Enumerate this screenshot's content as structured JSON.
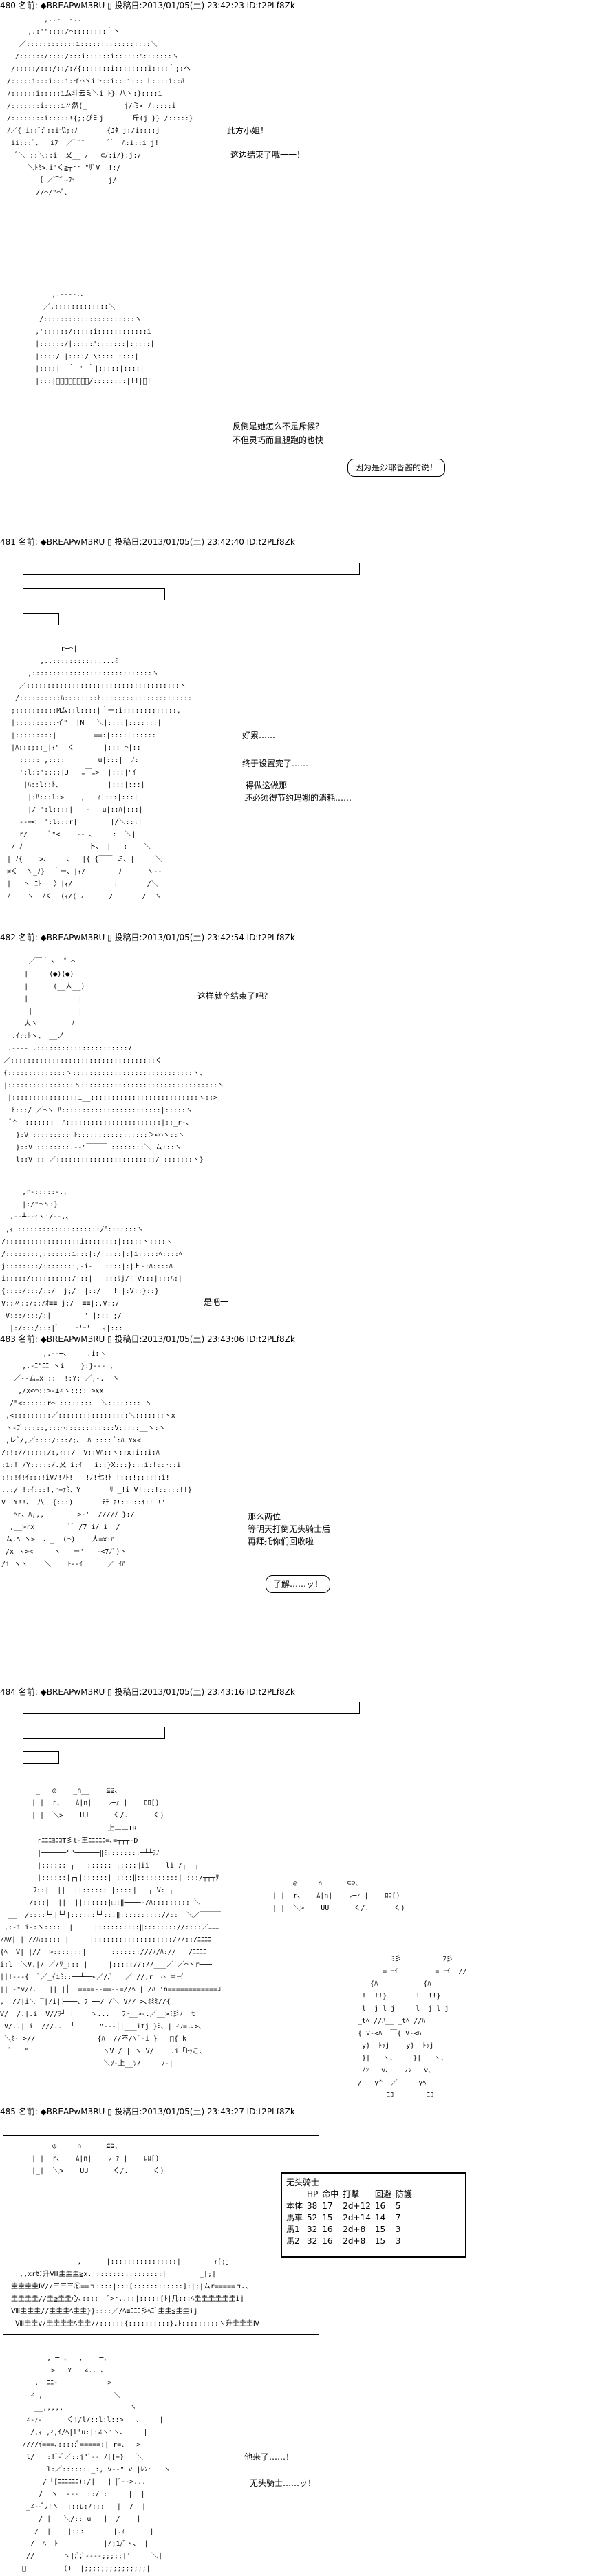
{
  "posts": [
    {
      "header": "480 名前: ◆BREAPwM3RU ▯ 投稿日:2013/01/05(土) 23:42:23 ID:t2PLf8Zk",
      "lines": [
        "此方小姐！",
        "这边结束了哦一一！",
        "反倒是她怎么不是斥候？",
        "不但灵巧而且腿跑的也快",
        "因为是沙耶香酱的说！"
      ]
    },
    {
      "header": "481 名前: ◆BREAPwM3RU ▯ 投稿日:2013/01/05(土) 23:42:40 ID:t2PLf8Zk",
      "lines": [
        "好累……",
        "终于设置完了……",
        "得做这做那",
        "还必须得节约玛娜的消耗……"
      ]
    },
    {
      "header": "482 名前: ◆BREAPwM3RU ▯ 投稿日:2013/01/05(土) 23:42:54 ID:t2PLf8Zk",
      "lines": [
        "这样就全结束了吧？",
        "是吧一"
      ]
    },
    {
      "header": "483 名前: ◆BREAPwM3RU ▯ 投稿日:2013/01/05(土) 23:43:06 ID:t2PLf8Zk",
      "lines": [
        "那么两位",
        "等明天打倒无头骑士后",
        "再拜托你们回收啦一",
        "了解……ッ！"
      ]
    },
    {
      "header": "484 名前: ◆BREAPwM3RU ▯ 投稿日:2013/01/05(土) 23:43:16 ID:t2PLf8Zk"
    },
    {
      "header": "485 名前: ◆BREAPwM3RU ▯ 投稿日:2013/01/05(土) 23:43:27 ID:t2PLf8Zk",
      "lines": [
        "他来了……！",
        "无头骑士……ッ！"
      ]
    }
  ],
  "stat_table": {
    "title": "无头骑士",
    "columns": [
      "",
      "HP",
      "命中",
      "打撃",
      "回避",
      "防護"
    ],
    "rows": [
      [
        "本体",
        "38",
        "17",
        "2d+12",
        "16",
        "5"
      ],
      [
        "馬車",
        "52",
        "15",
        "2d+14",
        "14",
        "7"
      ],
      [
        "馬1",
        "32",
        "16",
        "2d+8",
        "15",
        "3"
      ],
      [
        "馬2",
        "32",
        "16",
        "2d+8",
        "15",
        "3"
      ]
    ]
  },
  "art": {
    "konata": "        _,..-──-.._\n     ,.:'\"::::/⌒::::::::｀丶\n   ／::::::::::::i:::::::::::::::::＼\n  /::::::/::::/:::i::::::i::::::ﾊ:::::::ヽ\n /:::::/:::/::/:/{:::::::i::::::::i::::｀;:ヘ\n/:::::i:::i:::i:イ⌒ヽi卜::i:::i:::_L::::i::ﾊ\n/::::::i:::::iム斗云ミ＼i ﾄ} 八ヽ:}::::i\n/:::::::i::::i〃然(_         j/ミ× ﾉ:::::i\n/::::::::i:::::!{;;ぴミj       斤(j }} /:::::}\nﾉ／{ i::ﾞ:ﾞ::i弋;;ﾉ       {Jﾀ j:/i::::j\n ii:::ﾞ、  iﾌ  ／ﾞ¨¨      ﾞﾞ  ﾊ:i::i j!\n  ﾞ＼ ::＼::i  乂__ ﾉ   ⊂ﾉ:i/}:j:/\n     ＼ﾄﾐ>､i'く≧┬rr \"ｻﾞV  !:/\n       ｛ ／⌒ﾞ~ﾌｭ        j/\n       //⌒/\"⌒ﾞ、",
    "sayaka": "          ,.-‐‐-.、\n        ／.:::::::::::::＼\n       /::::::::::::::::::::::ヽ\n      ,'::::::/:::::i::::::::::::i\n      |::::::/|:::::ﾊ:::::::|:::::|\n      |::::/ |::::/ \\::::|::::|\n      |::::|  ｀ ' ｀|:::::|::::|\n      |:::|ﾞﾞﾞﾞﾞﾞﾞﾞ/::::::::|!!|ﾞ!",
    "mami": "             r─⌒|\n        ,..:::::::::::....ﾐ\n     ,:::::::::::::::::::::::::::::ヽ\n   ／:::::::::::::::::::::::::::::::::::::ヽ\n  /::::::::::ﾊ::::::::ﾄ::::::::::::::::::::::\n ;::::::::::Mム::l::::|｀ー:i:::::::::::::,\n |::::::::::イ\"  |N   ＼|::::|:::::::|\n |:::::::::|         ==:|::::|::::::\n |ﾊ:::;::_|ｨ\"  く       |:::|⌒|::\n   ::::: ,::::        u|:::|  ﾉ:\n   ':l::'::::|J   ﾆ￣ﾆ>  |:::|\"ｲ\n    |ﾊ::l::ﾄ、           |:::|:::|\n     |:ﾊ:::l:>    ,   ｨ|:::|:::|\n     |/ ':l::::|   -   u|::ﾊ|:::|\n   --=<  ':l:::r|        |/＼:::|\n  _r/     ﾞ\"<    -- 、    :  ＼|\n / ﾉ                ト、 |   :    ＼\n| ﾉ{    >、    、  |{ {￣￣ ミ、|     ＼\n≠く  ヽ_ﾉ}  ｀ー、|ｨ/        ﾉ      ヽ--\n|   ヽ ﾆﾄ   〉|ｨ/          :       /＼\nﾉ    ヽ__ﾉく  (ｨ/(_ﾉ      /       /  ヽ",
    "charlotte": "      ／￣｀ヽ  ゜⌒\n     |     (●)(●)\n     |      (__人__)\n     |            |\n      |           |\n     人ヽ        ﾉ\n  .ｲ::ﾄヽ、 __ノ\n .-‐-- .::::::::::::::::::::::7\n／:::::::::::::::::::::::::::::::::::く\n{::::::::::::::ヽ:::::::::::::::::::::::::::::ヽ､\n|::::::::::::::::ヽ:::::::::::::::::::::::::::::::::ヽ\n |::::::::::::::::i__::::::::::::::::::::::::::ヽ::>\n  ﾄ:::/ ／⌒ヽ ﾊ::::::::::::::::::::::::|:::::ヽ\n  ﾞ^  :::::::  ﾊ:::::::::::::::::::::::|::_r‐、\n   }:V ::::::::: ﾄ:::::::::::::::::＞<⌒ヽ::ヽ\n   }::V ::::::::.-‐\"￣￣￣ ::::::::＼ ム:::ヽ\n   l::V :: ／::::::::::::::::::::::::/ :::::::ヽ}",
    "homura": "     ,r‐:::::‐.、\n     |:/\"⌒ヽ:}\n  .-‐┴‐-ｨヽj/‐-.、\n ,ｨ ::::::::::::::::::::/ﾊ:::::::ヽ\n/::::::::::::::::::i::::::::|:::::ヽ::::ヽ\n/::::::::,:::::::i:::|:/|::::|:|i:::::ﾍ::::ﾍ\nj::::::::/::::::::,-i-  |::::|:|ト-:ﾊ::::ﾊ\ni:::::/::::::::::/|::|  |:::ﾘj/| V:::|:::ﾊ:|\n{::::/:::/::/ _j;/_ |::/  _!_|:V::}::}\nV::〃::/::/ｵ≡≡ j;/  ≡≡|:.V::/\n V:::/:::/:|        ' |:::|;/\n  |:/:::/:::|ﾞ    ｰ'ｰ'   ｨ|:::|",
    "kyoko": "          ,.-‐─、    .i:ヽ\n     ,.-ﾆ\"ﾆﾆ ヽi  __}:}‐-- 、\n   ／-‐ムﾆx ::  !:Y: ／,-.  ヽ\n    ,/x<⌒::>-⊥∠ヽ:::: >xx\n  /\"<::::::r⌒ ::::::::  ＼:::::::: ヽ\n ,<:::::::::／:::::::::::::::::＼:::::::ヽx\n ヽ-ﾌﾞ:::::,:::⌒::::::::::::V:::::__ヽ:ヽ\n ,レﾞ/,／::::/:::/;、 ﾊ :::: ﾞ:ﾊ Yx<\n/:!://:::::/:,ｨ::/  V::Vﾊ::ヽ::x:i::i:ﾊ\n:i:! /Y:::::/.乂 i:ｲ   i::}X:::}:::i:!::ﾄ::i\n:!:!ｲ!ｲ:::!iV/!ﾉﾄ!   !ﾉ!七!ﾄ !:::!;:::!:i!\n..:/ !:ｲ:::!,r=ｧﾐ、Y       ﾘ _!i V!:::!:::::!!}\nV  Y!!、 八  {:::)       ﾃﾃ ｧ!::!::ｲ:! !'\n   ﾍr、ﾊ,,,        >-'  ////ﾉ }:/\n  ,__>rx        ﾞﾞ /7 i/ i  /\n ム.ﾍ ヽ>  、_  (⌒)    人=x:ﾊ\n /x ヽ><     ヽ   ー'   -<7ﾉﾞ)ヽ\n/i ヽヽ    ＼    ﾄ--ｲ      ／ ｲﾊ",
    "sfx": "  _   ◎    _n__    ⊆⊇、\n | |  r、   ﾑ|n|    ﾚ─ｧ |    ﾛﾛ[)\n |_|  ＼>    UU      く/.      く)",
    "carriage": "                       ___上ﾆﾆﾆﾆTR\n         rﾆﾆﾆﾖﾆｺT彡t‐王ﾆﾆﾆﾆﾆ=､=┬┬┬-D\n         |──────\"\"──────‖ﾐ::::::::┴┴┴ｦﾉ\n         |:::::: ┌──┐::::::┌┐::::‖ii─── li /┬──┐\n         |::::::|┌┐|::::::||::::‖::::::::::| :::/┬┬┬ｦ\n        ﾌ::|  ||  ||::::::||::::‖───┬─V: ┌──\n       /:::|  ||  ||::::::|□:‖────-/ﾊ::::::::: ＼\n  __  /::::└┘|└┘|::::::└┘:::‖:::::::::://::  ＼／￣￣￣\n ,:-i i-:ヽ::::  |     |::::::::::‖:::::::://::::／ﾆﾆﾆ\n/ﾊV| | //ﾊ::::: |     |:::::::::::::::::::///::/ﾆﾆﾆﾆ\n{ﾍ  V| |//  >:::::::|     |:::::::///ﾉ/ﾊ://___/ﾆﾆﾆﾆ\ni:l  ＼V.|/ ／/ﾜ_::: |     |::::://://___／ ／⌒ヽr───\n||!---{  ﾞ／_{iﾐ::──┴──<／/,ﾞ   ／ //,r  ⌒ ＝ｰｲ\n||_-\"v/ﾉ.___|| |├──====--==--=//ﾍ | /ﾊ 'n============ｺ\n,  //|i＼ ‾|/i|├───、ﾌ ┬─/ /＼ V// >､ﾐﾐﾐ//{\nV/  /.|.i  V//ｦ┘ |    ヽ... | ﾌﾄ__>-.／__>ﾐ彡ﾉ  t\n V/..| i  ///..  └─     \"---┤|___itj }ﾐ、| ｨﾌ=.､>､\n ＼ﾐ- >//               {ﾊ  //不/ﾍ ﾞ-i }   ﾞ{ k\n  ﾞ___\"                  ヽV / | ヽ V/    .i「ﾄｯこ、\n                         ＼ｿ-上__ｿ/     ﾉ-|",
    "horses": "        ﾐ彡          ﾌ彡\n      = ｰｲ         = ｰｲ  //\n   {ﾊ           {ﾊ\n !  !!}       !  !!}\n l  j l j     l  j l j\n_tﾍ //ﾊ__ _tﾍ //ﾊ\n{ V-<ﾊ  ￣{ V-<ﾊ\n y}  ﾄｯj    y}  ﾄｯj\n }|   ヽ、    }|   ヽ、\n ﾉﾝ   v、   ﾉﾝ   v、\n/   y^  ／     yﾍ\n       ﾆｺ        ﾆｺ",
    "castle": "                 ,      |::::::::::::::::|        ｨ[;j\n   ,,xrｾﾁ升Ⅷ圭圭圭≧x.|::::::::::::::::|        _|;|\n 圭圭圭圭Ⅳ//三三三Ⓔ==ュ::::|:::[::::::::::::]:|;|ムr=====ュ､､\n 圭圭圭圭//圭≧圭圭心､::::  ﾞ>r..::|:::::[ﾄ|几:::ﾍ圭圭圭圭圭圭ij\n Ⅷ圭圭圭//圭圭圭ﾍ圭圭}}::::／/ﾍ≡ﾆﾆﾆ彡ﾍﾆﾞ圭圭≦圭圭ij\n  Ⅷ圭圭V/圭圭圭圭ﾍ圭圭//::::::{::::::::::}.ﾄ:::::::::ヽ升圭圭圭Ⅳ",
    "dullahan": "        , ─ 、  ,    ─、\n       ──>   Y   ∠.. 、\n     ,  ﾆﾆ-            >\n    ∠ ,                 ＼\n     __,,,,,                ヽ\n   ∠-ｧ-      く!/l/::l:l::>   、    |\n    /,ｨ ,ｨ,ｲ/ﾍ|l'u:|:∠ヽiヽ、    |\n  ////ｲ===､:::::ﾞ=====:| r=、  >\n   l/   :!ﾞ-ﾞ／::j\"ﾞ-- ﾉ|[=}   ＼\n        l:／::::::._:, v--\" v |ﾚﾝﾄ   ヽ\n       /「[ﾆﾆﾆﾆﾆﾆ):/|   | |ﾞ-->...\n      /  ヽ  ---  ::/ : !   |  |\n   _∠--ﾞﾌ!ヽ  :::u:/:::   |  /  |\n      / |   ＼/:: u   |  /    |\n     /  |    |:::       |.ｨ|     |\n    /  ﾍ  ﾄ           |/;1/ﾞヽ、 |\n   //       ヽ|;ﾞ;ﾞ----;;;;;|'     ＼|\n  ﾞ         ()  |;;;;;;;;;;;;;;;|"
  }
}
